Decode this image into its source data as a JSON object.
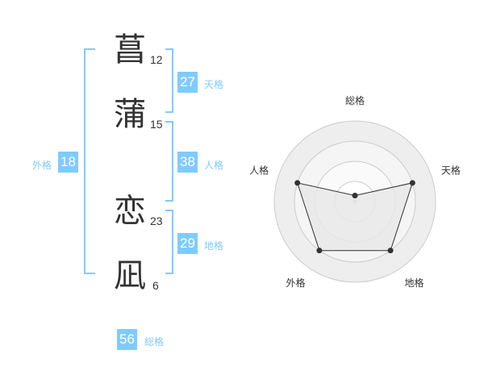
{
  "name": {
    "characters": [
      {
        "char": "菖",
        "strokes": "12"
      },
      {
        "char": "蒲",
        "strokes": "15"
      },
      {
        "char": "恋",
        "strokes": "23"
      },
      {
        "char": "凪",
        "strokes": "6"
      }
    ]
  },
  "fortune": {
    "tenkaku": {
      "value": "27",
      "label": "天格"
    },
    "jinkaku": {
      "value": "38",
      "label": "人格"
    },
    "chikaku": {
      "value": "29",
      "label": "地格"
    },
    "gaikaku": {
      "value": "18",
      "label": "外格"
    },
    "soukaku": {
      "value": "56",
      "label": "総格"
    }
  },
  "radar": {
    "axes": [
      "総格",
      "天格",
      "地格",
      "外格",
      "人格"
    ],
    "levels": 4,
    "max": 4,
    "values": [
      0.3,
      3,
      3,
      3,
      3
    ],
    "colors": {
      "ring": "#cccccc",
      "ring_fill": [
        "#ffffff",
        "#fafafa",
        "#f5f5f5",
        "#eeeeee"
      ],
      "polygon_fill": "#e8e8e8",
      "polygon_stroke": "#333333",
      "center_dot": "#cccccc"
    }
  },
  "colors": {
    "accent": "#7fcbff",
    "text": "#333333"
  }
}
